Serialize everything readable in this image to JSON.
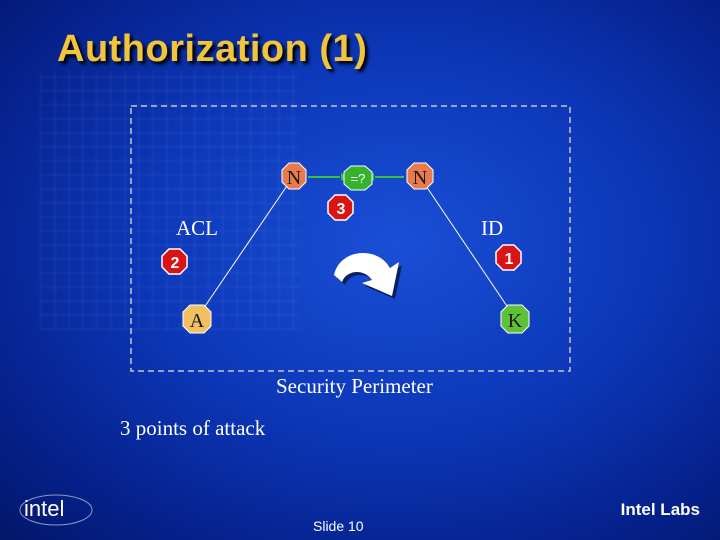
{
  "slide": {
    "title": "Authorization (1)",
    "perimeter_label": "Security Perimeter",
    "attack_label": "3 points of attack",
    "slide_number": "Slide 10",
    "footer_brand": "Intel Labs",
    "logo_text": "intel"
  },
  "diagram": {
    "nodes": {
      "n_left": "N",
      "compare": "=?",
      "n_right": "N",
      "a": "A",
      "k": "K",
      "acl": "ACL",
      "id": "ID"
    },
    "markers": {
      "one": "1",
      "two": "2",
      "three": "3"
    }
  },
  "colors": {
    "title": "#f1c43b",
    "node_fill": "#e87a4d",
    "node_a_fill": "#f2c063",
    "node_k_fill": "#5fc13a",
    "compare_fill": "#36b22f",
    "marker_fill": "#d81414",
    "perimeter_stroke": "#c8c8c8"
  }
}
